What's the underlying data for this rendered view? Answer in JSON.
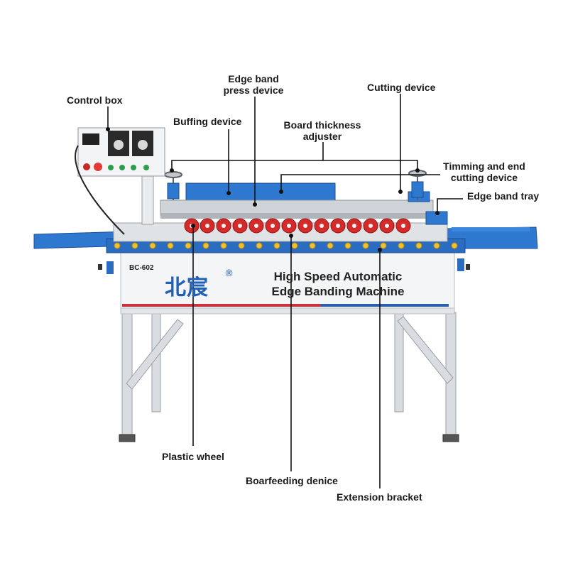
{
  "machine": {
    "model": "BC-602",
    "brand": "北宸",
    "registered_mark": "®",
    "title_line1": "High Speed Automatic",
    "title_line2": "Edge Banding Machine"
  },
  "labels": {
    "control_box": "Control box",
    "edge_band_press_line1": "Edge band",
    "edge_band_press_line2": "press device",
    "buffing_device": "Buffing device",
    "board_thickness_line1": "Board thickness",
    "board_thickness_line2": "adjuster",
    "cutting_device": "Cutting device",
    "timming_line1": "Timming and end",
    "timming_line2": "cutting device",
    "edge_band_tray": "Edge band tray",
    "plastic_wheel": "Plastic wheel",
    "boarfeeding_denice": "Boarfeeding denice",
    "extension_bracket": "Extension bracket"
  },
  "colors": {
    "machine_blue": "#2f78d0",
    "wheel_red": "#d42a2a",
    "accent_red": "#c8323a",
    "accent_blue": "#2d5fae",
    "leader_line": "#111111"
  }
}
